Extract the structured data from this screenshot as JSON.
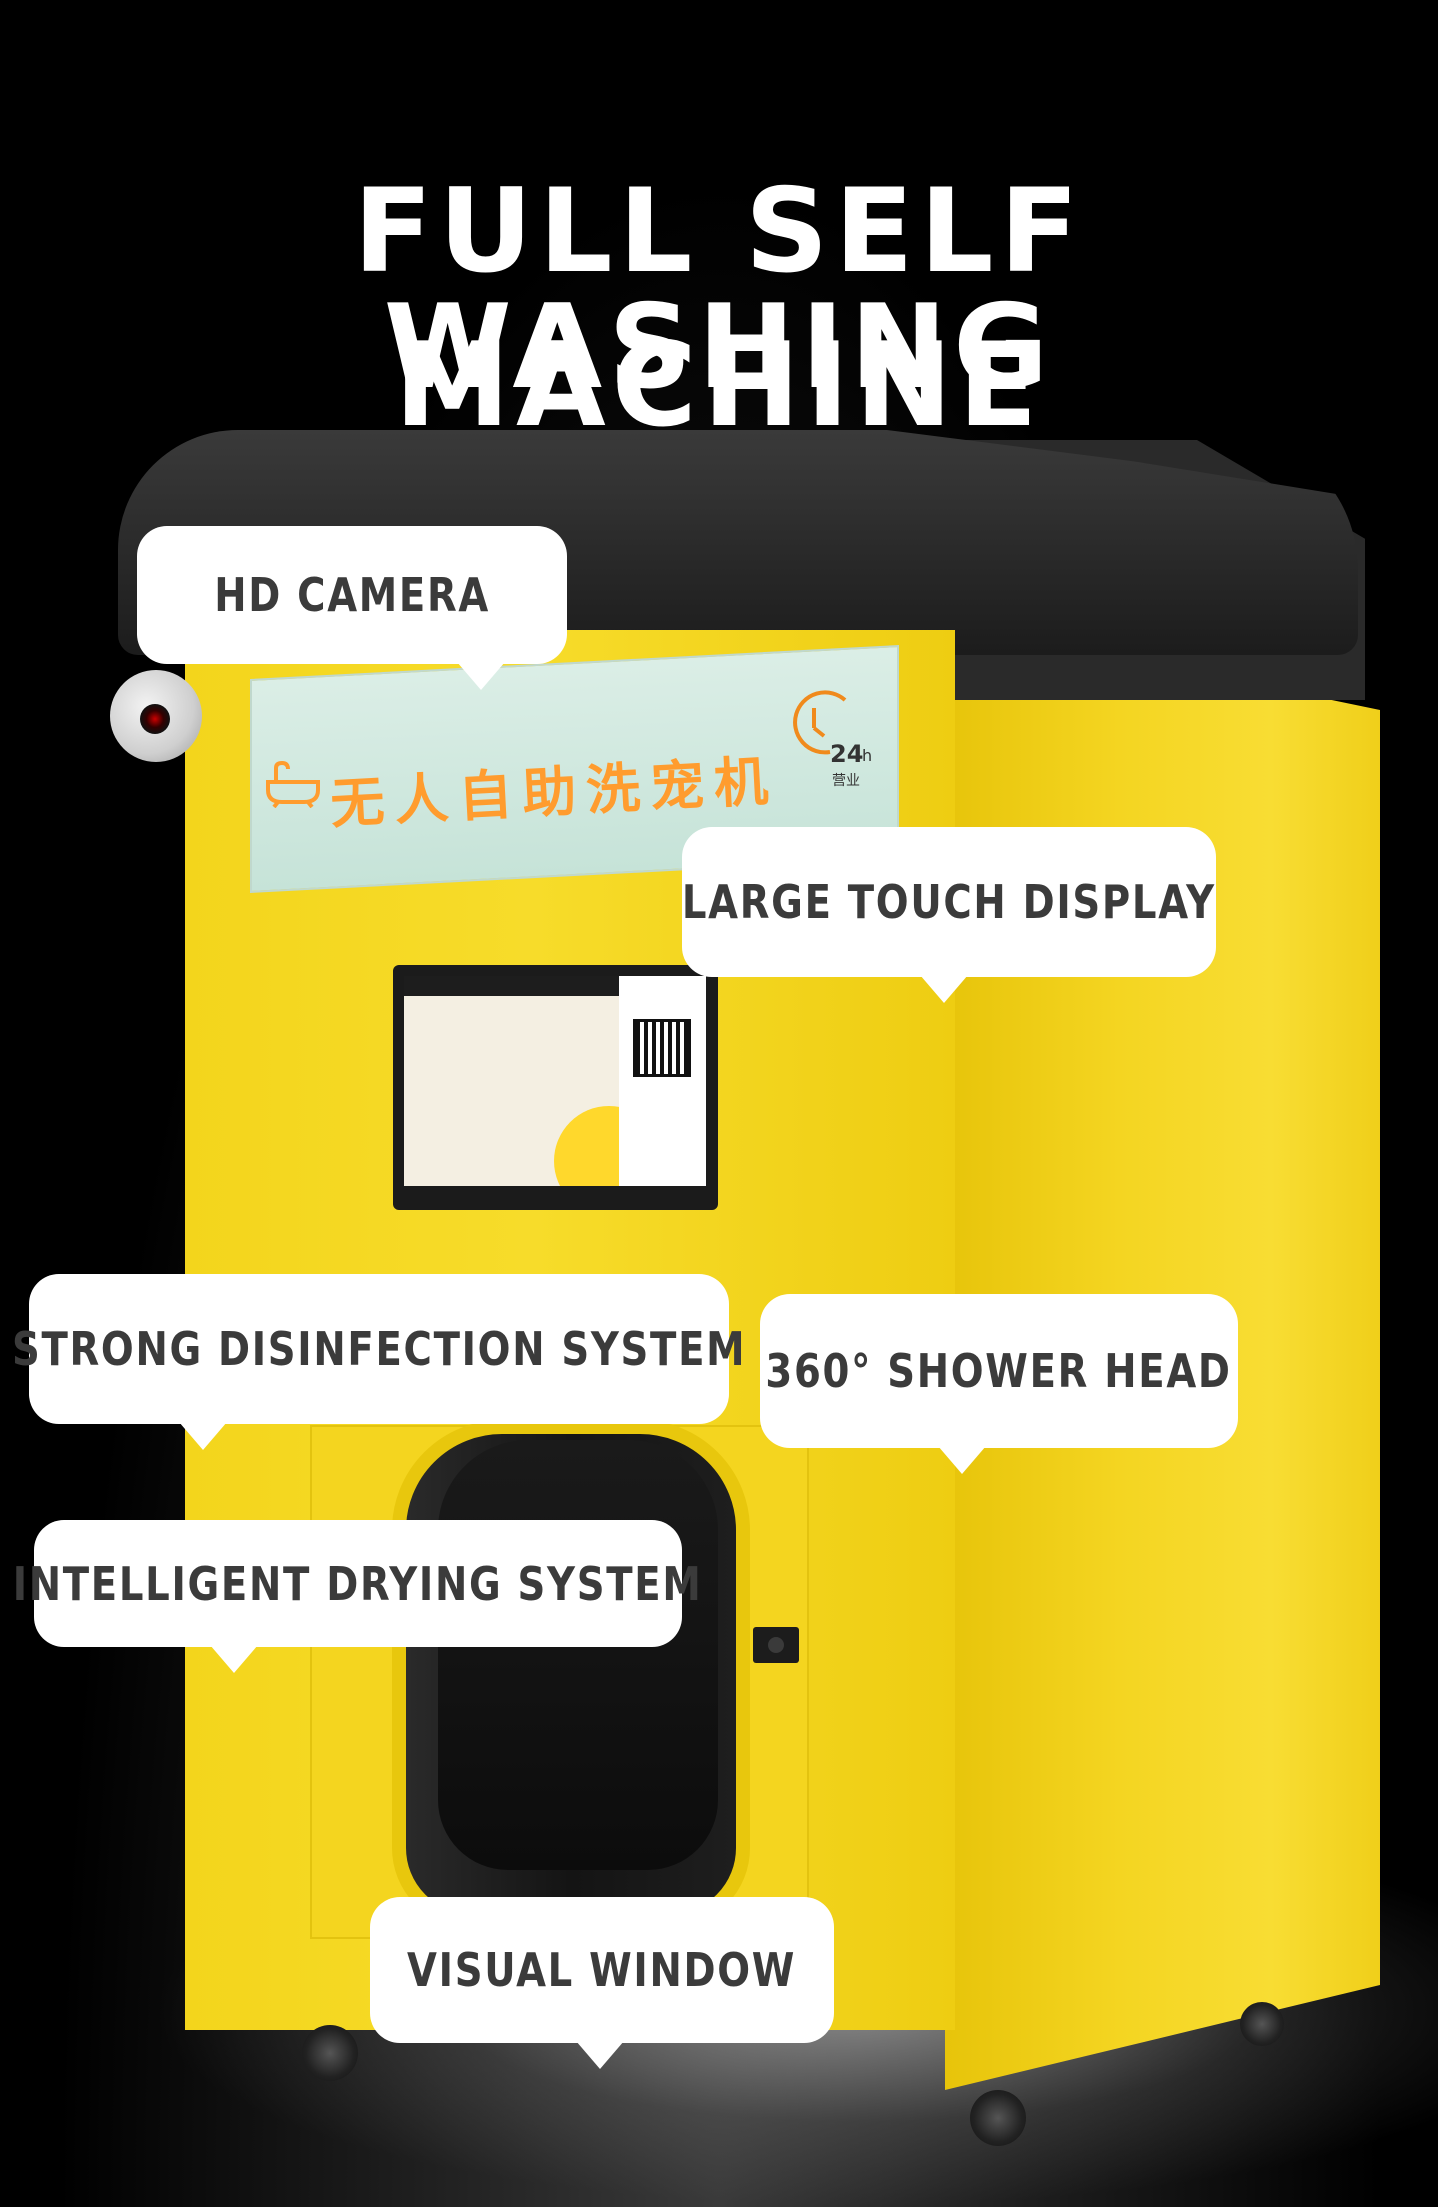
{
  "title": {
    "line1": "FULL SELF WASHING",
    "line2": "MACHINE"
  },
  "machine": {
    "sign_text": "无人自助洗宠机",
    "sign_badge_number": "24",
    "sign_badge_unit": "h",
    "sign_badge_label": "营业",
    "colors": {
      "body": "#f4d51f",
      "roof": "#2a2a2a",
      "sign": "#cfe8de",
      "sign_text": "#ff9c2e"
    }
  },
  "callouts": {
    "camera": "HD CAMERA",
    "display": "LARGE TOUCH DISPLAY",
    "disinfection": "STRONG DISINFECTION SYSTEM",
    "shower": "360° SHOWER HEAD",
    "drying": "INTELLIGENT DRYING SYSTEM",
    "window": "VISUAL WINDOW"
  }
}
